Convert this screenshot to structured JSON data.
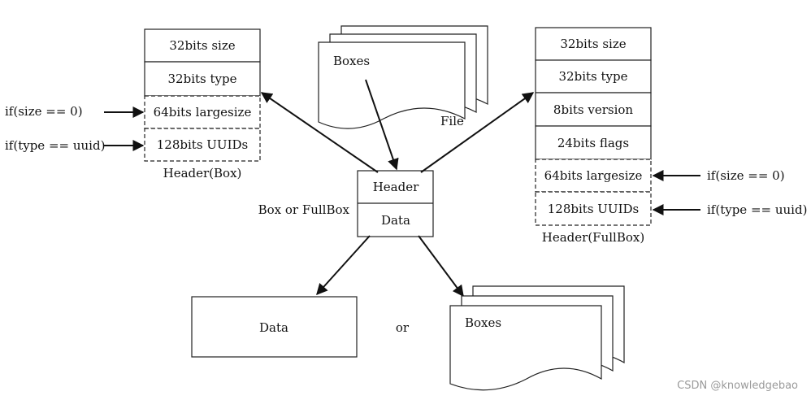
{
  "left_header": {
    "rows": [
      "32bits size",
      "32bits type",
      "64bits largesize",
      "128bits UUIDs"
    ],
    "caption": "Header(Box)",
    "conditions": [
      "if(size == 0)",
      "if(type == uuid)"
    ]
  },
  "file_stack": {
    "label": "Boxes",
    "caption": "File"
  },
  "center_box": {
    "header": "Header",
    "data": "Data",
    "caption": "Box or FullBox"
  },
  "right_header": {
    "rows": [
      "32bits size",
      "32bits type",
      "8bits version",
      "24bits flags",
      "64bits largesize",
      "128bits UUIDs"
    ],
    "caption": "Header(FullBox)",
    "conditions": [
      "if(size == 0)",
      "if(type == uuid)"
    ]
  },
  "bottom": {
    "data_label": "Data",
    "or_label": "or",
    "boxes_label": "Boxes"
  },
  "watermark": "CSDN @knowledgebao"
}
